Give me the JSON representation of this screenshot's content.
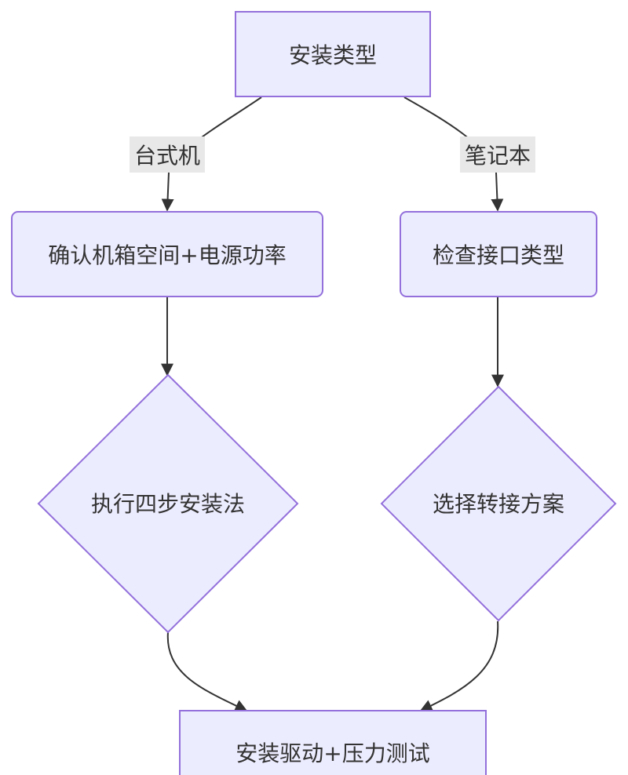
{
  "nodes": {
    "start": "安装类型",
    "desktop": "确认机箱空间+电源功率",
    "laptop": "检查接口类型",
    "desktop_step": "执行四步安装法",
    "laptop_step": "选择转接方案",
    "end": "安装驱动+压力测试"
  },
  "edges": {
    "to_desktop": "台式机",
    "to_laptop": "笔记本"
  },
  "colors": {
    "node_fill": "#ececff",
    "node_stroke": "#9370db",
    "edge": "#333333",
    "edge_label_bg": "#e8e8e8"
  }
}
